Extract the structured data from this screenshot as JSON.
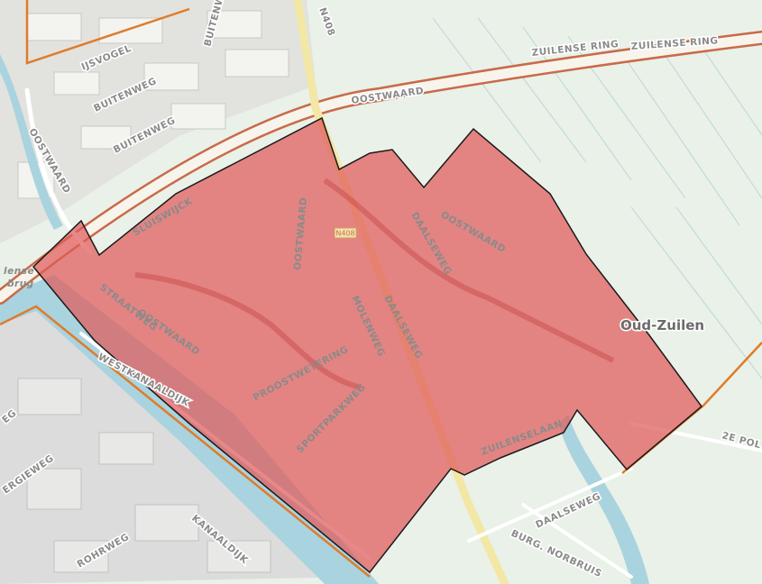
{
  "map": {
    "place_label": "Oud-Zuilen",
    "road_shield": "N408",
    "colors": {
      "area_fill": "#e05a5a",
      "area_stroke": "#1a1a1a",
      "boundary": "#e07b2a",
      "water": "#a9d3df",
      "canal": "#9fcbd8",
      "meadow": "#e4efe4",
      "built_up": "#d9d9d9",
      "road": "#ffffff",
      "main_road": "#f5eeb8"
    },
    "street_labels": {
      "ijsvogel": "IJSVOGEL",
      "buitenweg_1": "BUITENWEG",
      "buitenweg_2": "BUITENWEG",
      "buitenweg_3": "BUITENWEG",
      "oostwaard_left": "OOSTWAARD",
      "oostwaard_top": "OOSTWAARD",
      "zuilense_ring_1": "ZUILENSE RING",
      "zuilense_ring_2": "ZUILENSE RING",
      "n408_top": "N408",
      "sluiswijck": "SLUISWIJCK",
      "oostwaard_v": "OOSTWAARD",
      "daalseweg_1": "DAALSEWEG",
      "oostwaard_mid": "OOSTWAARD",
      "oostwaard_sw": "OOSTWAARD",
      "straatweg": "STRAATWEG",
      "westkanaaldijk": "WESTKANAALDIJK",
      "molenweg": "MOLENWEG",
      "daalseweg_2": "DAALSEWEG",
      "proostwetering": "PROOSTWETERING",
      "sportparkweg": "SPORTPARKWEG",
      "zuilenselaan": "ZUILENSELAAN",
      "daalseweg_3": "DAALSEWEG",
      "burg_norbruis": "BURG. NORBRUIS",
      "kanaaldijk": "KANAALDIJK",
      "rohrweg": "ROHRWEG",
      "energieweg": "ERGIEWEG",
      "eg": "EG",
      "zuilense_left": "lense",
      "brug": "brug",
      "polder": "2E POL"
    }
  }
}
